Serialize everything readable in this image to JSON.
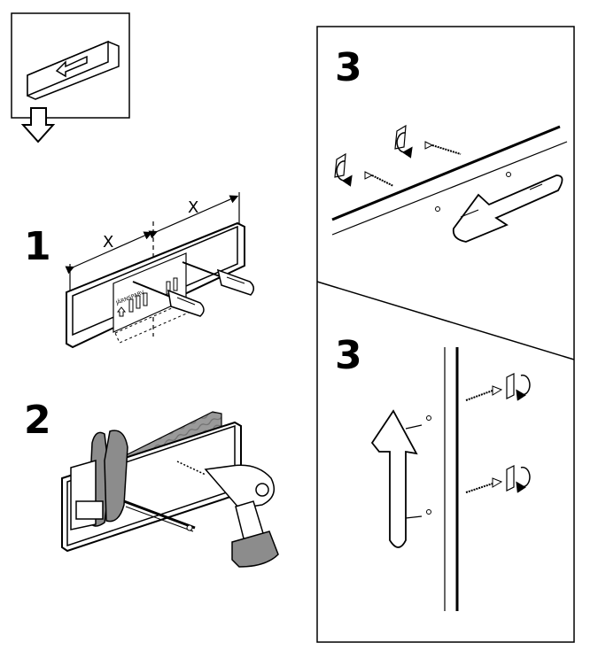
{
  "steps": {
    "step1": "1",
    "step2": "2",
    "step3_horizontal": "3",
    "step3_vertical": "3"
  },
  "dimensions": {
    "left": "X",
    "right": "X"
  },
  "jig_brand": "JÄRNSPARV"
}
